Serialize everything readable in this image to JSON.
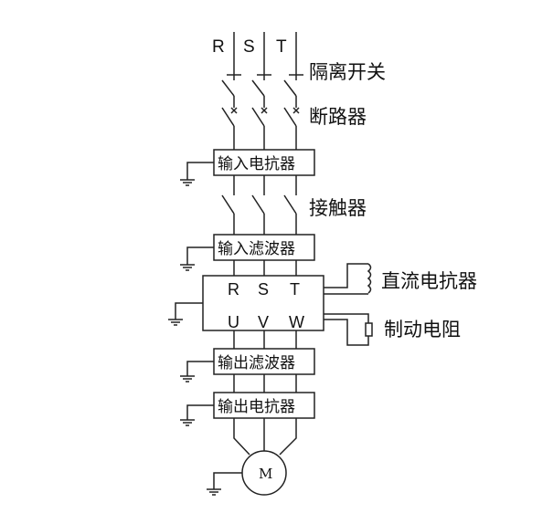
{
  "phases": [
    "R",
    "S",
    "T"
  ],
  "labels": {
    "isolator": "隔离开关",
    "breaker": "断路器",
    "contactor": "接触器",
    "dc_reactor": "直流电抗器",
    "brake_resistor": "制动电阻"
  },
  "boxes": {
    "input_reactor": "输入电抗器",
    "input_filter": "输入滤波器",
    "output_filter": "输出滤波器",
    "output_reactor": "输出电抗器"
  },
  "inverter": {
    "inputs": [
      "R",
      "S",
      "T"
    ],
    "outputs": [
      "U",
      "V",
      "W"
    ]
  },
  "motor": {
    "label": "M"
  }
}
